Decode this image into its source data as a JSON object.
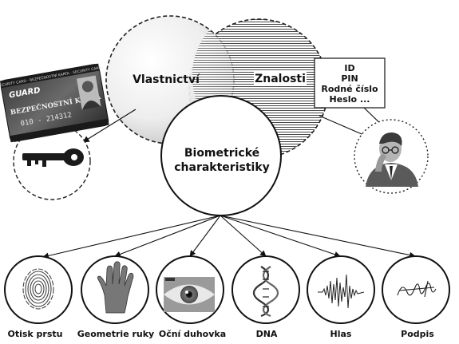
{
  "venn": {
    "possession": "Vlastnictví",
    "knowledge": "Znalosti",
    "biometric_line1": "Biometrické",
    "biometric_line2": "charakteristiky"
  },
  "knowledge_box": {
    "items": [
      "ID",
      "PIN",
      "Rodné číslo",
      "Heslo ..."
    ]
  },
  "card": {
    "brand": "GUARD",
    "title": "BEZPEČNOSTNÍ KARTA",
    "number": "010 - 214312",
    "band_text": "SECURITY CARD · BEZPEČNOSTNÍ KARTA · SECURITY CARD"
  },
  "biometrics": [
    {
      "label": "Otisk prstu",
      "icon": "fingerprint-icon"
    },
    {
      "label": "Geometrie ruky",
      "icon": "hand-icon"
    },
    {
      "label": "Oční duhovka",
      "icon": "eye-iris-icon"
    },
    {
      "label": "DNA",
      "icon": "dna-helix-icon"
    },
    {
      "label": "Hlas",
      "icon": "voice-waveform-icon"
    },
    {
      "label": "Podpis",
      "icon": "signature-icon"
    }
  ]
}
